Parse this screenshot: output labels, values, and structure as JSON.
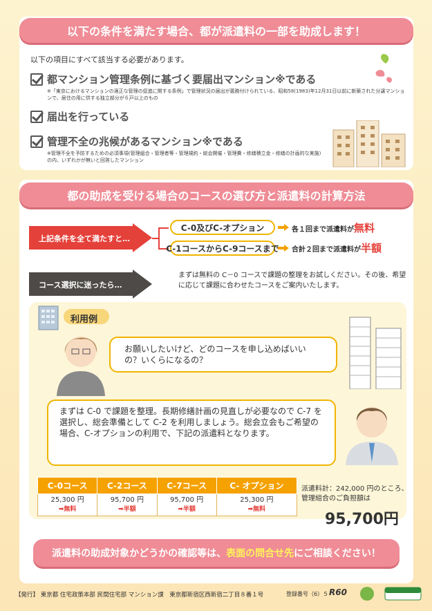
{
  "section1": {
    "title": "以下の条件を満たす場合、都が派遣料の一部を助成します！",
    "intro": "以下の項目にすべて該当する必要があります。",
    "items": [
      {
        "label": "都マンション管理条例に基づく要届出マンション※である",
        "note": "※「東京におけるマンションの適正な管理の促進に関する条例」で管理状況の届出が義務付けられている、昭和58(1983)年12月31日以前に新築された分譲マンションで、居住の用に供する独立部分が６戸以上のもの"
      },
      {
        "label": "届出を行っている",
        "note": ""
      },
      {
        "label": "管理不全の兆候があるマンション※である",
        "note": "※管理不全を予防するための必須事項(管理組合・管理者等・管理規約・総会開催・管理費・修繕積立金・修繕の計画的な実施)の内、いずれかが無いと回答したマンション"
      }
    ]
  },
  "section2": {
    "title": "都の助成を受ける場合のコースの選び方と派遣料の計算方法",
    "condition_label": "上記条件を全て満たすと…",
    "course_a": "C-0及びC-オプション",
    "result_a_prefix": "各１回まで派遣料が",
    "result_a_highlight": "無料",
    "course_b": "C-1コースからC-9コースまで",
    "result_b_prefix": "合計２回まで派遣料が",
    "result_b_highlight": "半額",
    "confused_label": "コース選択に迷ったら…",
    "advice": "まずは無料の C－0 コースで課題の整理をお試しください。その後、希望に応じて課題に合わせたコースをご案内いたします。"
  },
  "example": {
    "label": "利用例",
    "question": "お願いしたいけど、どのコースを申し込めばいいの？いくらになるの？",
    "answer": "まずは C-0 で課題を整理。長期修繕計画の見直しが必要なので C-7 を選択し、総会準備として C-2 を利用しましょう。総会立会もご希望の場合、C-オプションの利用で、下記の派遣料となります。",
    "table_headers": [
      "C-0コース",
      "C-2コース",
      "C-7コース",
      "C- オプション"
    ],
    "table_prices": [
      "25,300 円",
      "95,700 円",
      "95,700 円",
      "25,300 円"
    ],
    "table_subs": [
      "➡無料",
      "➡半額",
      "➡半額",
      "➡無料"
    ],
    "total_line1": "派遣料計：242,000 円のところ、",
    "total_line2": "管理組合のご負担額は",
    "total_amount": "95,700円"
  },
  "consult": {
    "prefix": "派遣料の助成対象かどうかの確認等は、",
    "highlight": "表面の問合せ先",
    "suffix": "にご相談ください！"
  },
  "footer": {
    "publisher": "【発行】 東京都 住宅政策本部 民間住宅部 マンション課　東京都新宿区西新宿二丁目８番１号",
    "reg": "登録番号（6）５",
    "r60": "R60"
  },
  "colors": {
    "pink": "#ef8c96",
    "orange": "#f5a100",
    "red": "#e5413b",
    "yellow": "#f1b400"
  }
}
